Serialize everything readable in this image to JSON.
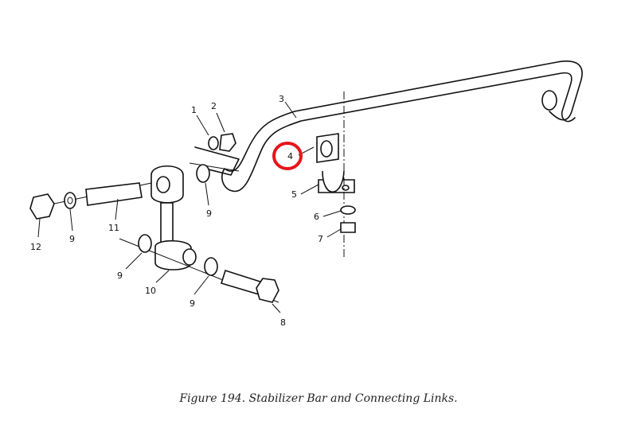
{
  "figure": {
    "caption": "Figure 194.  Stabilizer Bar and Connecting Links.",
    "highlight_color": "#e8141b",
    "highlighted_callout": "4",
    "callouts": [
      "1",
      "2",
      "3",
      "4",
      "5",
      "6",
      "7",
      "8",
      "9",
      "9",
      "9",
      "9",
      "10",
      "11",
      "12"
    ]
  }
}
